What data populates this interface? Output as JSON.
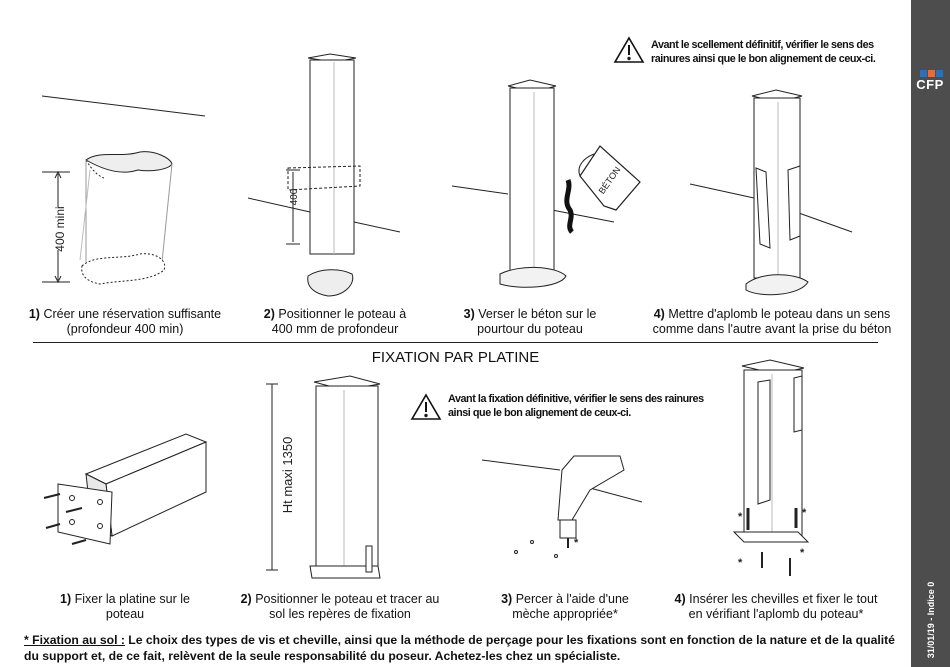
{
  "header": {
    "warning_top": [
      "Avant le scellement définitif, vérifier le sens des",
      "rainures ainsi que le bon alignement de ceux-ci."
    ]
  },
  "scellement": {
    "steps": [
      {
        "num": "1)",
        "lines": [
          "Créer une réservation suffisante",
          "(profondeur 400 min)"
        ]
      },
      {
        "num": "2)",
        "lines": [
          "Positionner le poteau à",
          "400 mm de profondeur"
        ]
      },
      {
        "num": "3)",
        "lines": [
          "Verser le béton sur le",
          "pourtour du poteau"
        ]
      },
      {
        "num": "4)",
        "lines": [
          "Mettre d'aplomb le poteau dans un sens",
          "comme dans l'autre avant la prise du béton"
        ]
      }
    ],
    "dim_400_mini": "400 mini",
    "dim_400": "400",
    "bag_label": "BÉTON"
  },
  "platine": {
    "title": "FIXATION PAR PLATINE",
    "warning": [
      "Avant la fixation définitive, vérifier le sens des rainures",
      "ainsi que le bon alignement de ceux-ci."
    ],
    "dim_height": "Ht maxi 1350",
    "steps": [
      {
        "num": "1)",
        "lines": [
          "Fixer la platine sur le",
          "poteau"
        ]
      },
      {
        "num": "2)",
        "lines": [
          "Positionner le poteau et tracer au",
          "sol les repères de fixation"
        ]
      },
      {
        "num": "3)",
        "lines": [
          "Percer à l'aide d'une",
          "mèche appropriée*"
        ]
      },
      {
        "num": "4)",
        "lines": [
          "Insérer les chevilles et fixer le tout",
          "en vérifiant l'aplomb du poteau*"
        ]
      }
    ],
    "star": "*"
  },
  "footer": {
    "label": "* Fixation au sol :",
    "text": " Le choix des types de vis et cheville, ainsi que la méthode de perçage pour les fixations sont en fonction de la nature et de la qualité du support et, de ce fait, relèvent de la seule responsabilité du poseur. Achetez-les chez un spécialiste."
  },
  "sidebar": {
    "logo_text": "CFP",
    "logo_colors": [
      "#2f6fb3",
      "#e0703a",
      "#2f6fb3"
    ],
    "date_text": "31/01/19 - Indice 0",
    "background": "#4d4d4d"
  }
}
